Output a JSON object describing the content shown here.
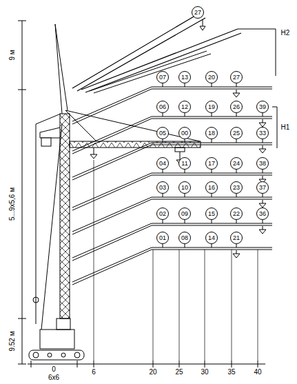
{
  "diagram": {
    "nodes": [
      {
        "text": [
          "27"
        ]
      },
      {
        "text": [
          "07"
        ]
      },
      {
        "text": [
          "13"
        ]
      },
      {
        "text": [
          "20"
        ]
      },
      {
        "text": [
          "27"
        ]
      },
      {
        "text": [
          "06"
        ]
      },
      {
        "text": [
          "12"
        ]
      },
      {
        "text": [
          "19"
        ]
      },
      {
        "text": [
          "26"
        ]
      },
      {
        "text": [
          "39"
        ]
      },
      {
        "text": [
          "05"
        ]
      },
      {
        "text": [
          "00"
        ]
      },
      {
        "text": [
          "18"
        ]
      },
      {
        "text": [
          "25"
        ]
      },
      {
        "text": [
          "33"
        ]
      },
      {
        "text": [
          "04"
        ]
      },
      {
        "text": [
          "11"
        ]
      },
      {
        "text": [
          "17"
        ]
      },
      {
        "text": [
          "24"
        ]
      },
      {
        "text": [
          "38"
        ]
      },
      {
        "text": [
          "03"
        ]
      },
      {
        "text": [
          "10"
        ]
      },
      {
        "text": [
          "16"
        ]
      },
      {
        "text": [
          "23"
        ]
      },
      {
        "text": [
          "37"
        ]
      },
      {
        "text": [
          "02"
        ]
      },
      {
        "text": [
          "09"
        ]
      },
      {
        "text": [
          "15"
        ]
      },
      {
        "text": [
          "22"
        ]
      },
      {
        "text": [
          "36"
        ]
      },
      {
        "text": [
          "01"
        ]
      },
      {
        "text": [
          "08"
        ]
      },
      {
        "text": [
          "14"
        ]
      },
      {
        "text": [
          "21"
        ]
      }
    ],
    "edges": [],
    "labels": [
      "9 м",
      "5...9x5,6 м",
      "9.52 м",
      "6x6",
      "0",
      "6",
      "20",
      "25",
      "30",
      "35",
      "40",
      "H2",
      "H1"
    ]
  }
}
